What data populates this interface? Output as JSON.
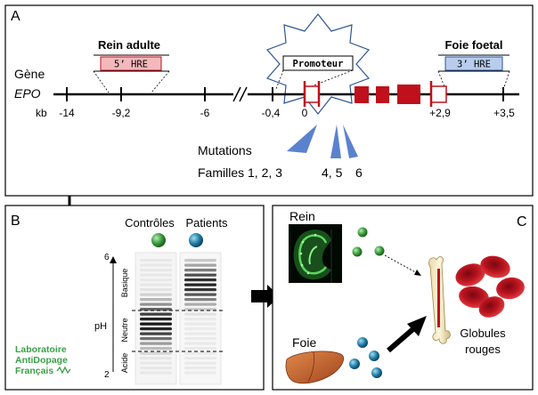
{
  "panel_a": {
    "letter": "A",
    "gene_label": "Gène",
    "gene_name": "EPO",
    "kb_prefix": "kb",
    "tick_labels": [
      "-14",
      "-9,2",
      "-6",
      "-0,4",
      "0",
      "+2,9",
      "+3,5"
    ],
    "rein_adulte": "Rein adulte",
    "hre5": "5’ HRE",
    "promoteur": "Promoteur",
    "foie_foetal": "Foie foetal",
    "hre3": "3’ HRE",
    "mutations_label": "Mutations",
    "families_label": "Familles 1, 2, 3",
    "family_45": "4, 5",
    "family_6": "6"
  },
  "panel_b": {
    "letter": "B",
    "controles": "Contrôles",
    "patients": "Patients",
    "ph_label": "pH",
    "ph_top": "6",
    "ph_bottom": "2",
    "zone_basique": "Basique",
    "zone_neutre": "Neutre",
    "zone_acide": "Acide",
    "lab_line1": "Laboratoire",
    "lab_line2": "AntiDopage",
    "lab_line3": "Français"
  },
  "panel_c": {
    "letter": "C",
    "rein": "Rein",
    "foie": "Foie",
    "globules_line1": "Globules",
    "globules_line2": "rouges"
  },
  "colors": {
    "exon": "#c0101c",
    "hre5_fill": "#f4b8bc",
    "hre3_fill": "#b8cdee",
    "mutation_arrow": "#5b82cf",
    "promoter_star": "#2e5597",
    "control_ball": "#3a9a3a",
    "patient_ball": "#1f7fa8",
    "lab_green": "#3aa048"
  }
}
